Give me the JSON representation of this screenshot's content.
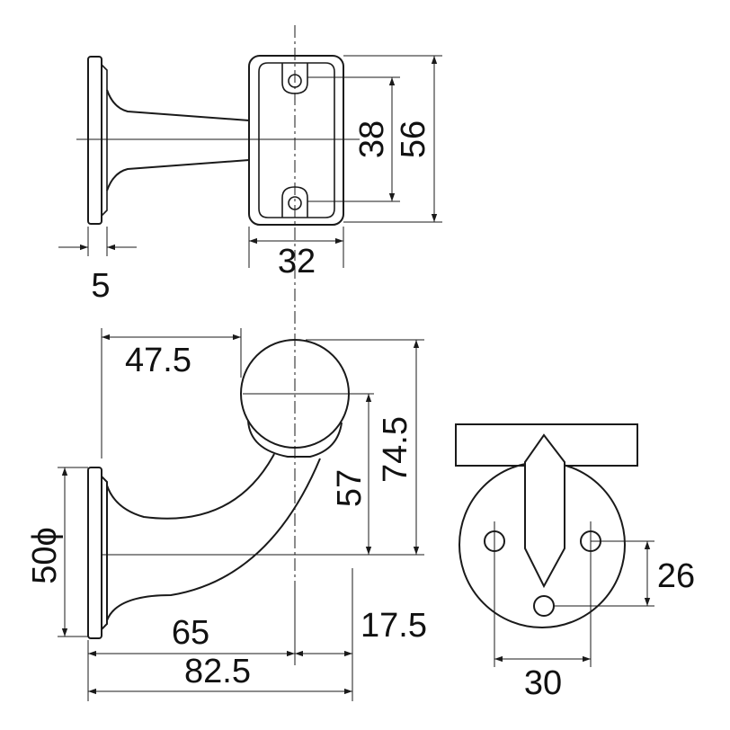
{
  "dimensions": {
    "top_view": {
      "flange_thickness": "5",
      "plate_width": "32",
      "hole_pitch": "38",
      "plate_height": "56"
    },
    "side_view": {
      "ball_offset": "47.5",
      "overall_height": "74.5",
      "hole_to_ball_height": "57",
      "base_diameter": "50ϕ",
      "arm_reach": "65",
      "ball_radius_offset": "17.5",
      "overall_depth": "82.5"
    },
    "front_view": {
      "hole_spacing_horizontal": "30",
      "hole_spacing_vertical": "26"
    }
  },
  "colors": {
    "line": "#1a1a1a",
    "background": "#ffffff"
  }
}
